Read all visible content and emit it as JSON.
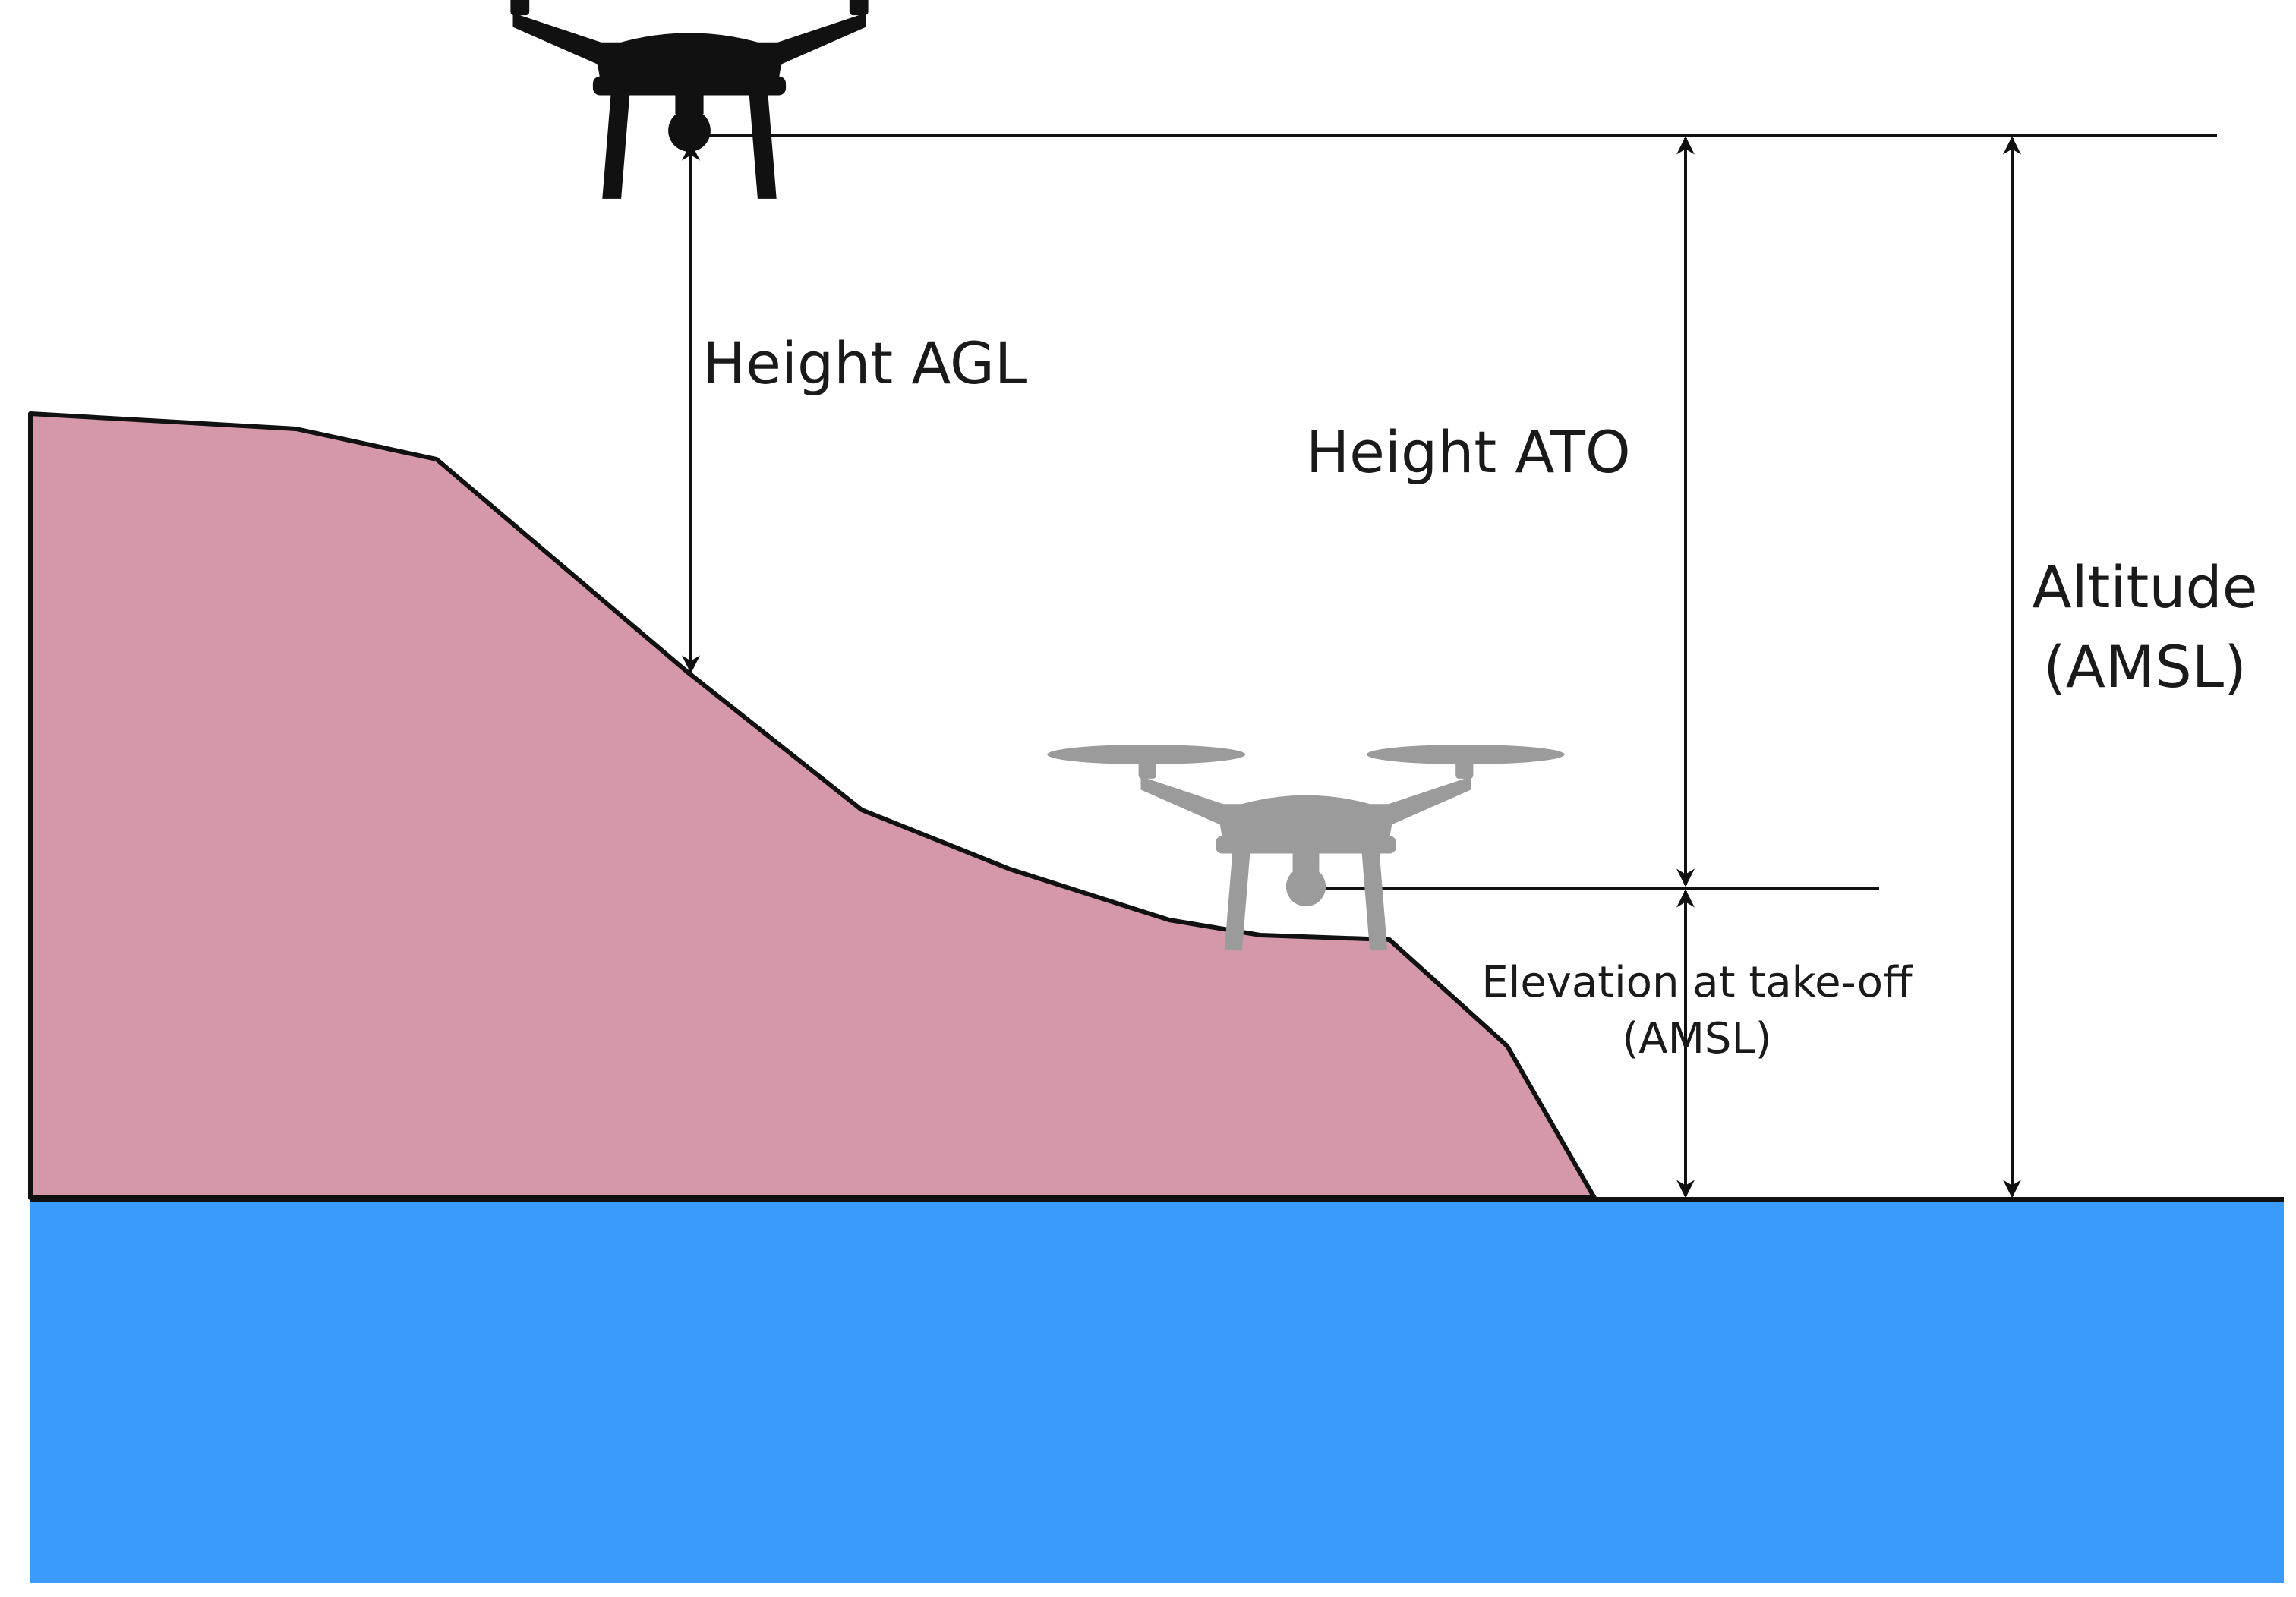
{
  "labels": {
    "height_agl": "Height AGL",
    "height_ato": "Height ATO",
    "altitude_line1": "Altitude",
    "altitude_line2": "(AMSL)",
    "elevation_line1": "Elevation at take-off",
    "elevation_line2": "(AMSL)"
  },
  "icons": {
    "flying_drone": "drone-icon",
    "takeoff_drone": "drone-icon"
  },
  "colors": {
    "terrain": "#d498a8",
    "sea": "#3a9bfb",
    "flying_drone": "#111111",
    "takeoff_drone": "#9b9b9b",
    "lines": "#111111"
  }
}
